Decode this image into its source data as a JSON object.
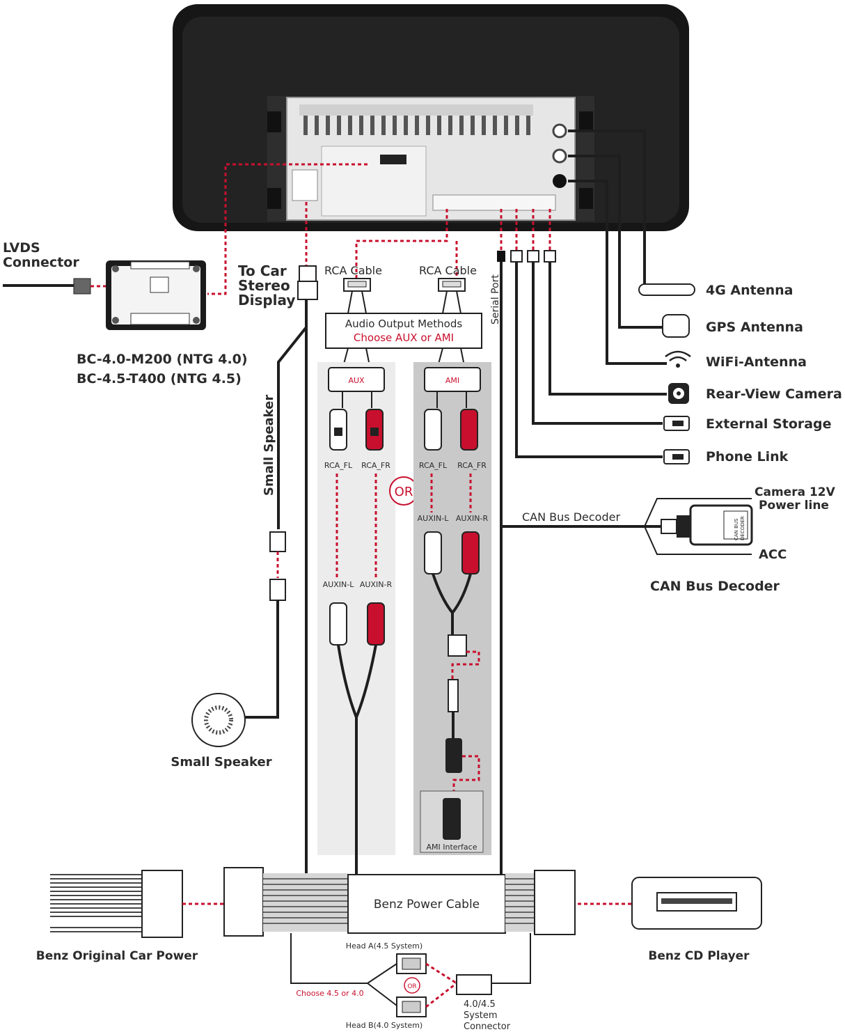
{
  "head_unit": {
    "lvds_connector": "LVDS\nConnector",
    "decoder_models": [
      "BC-4.0-M200 (NTG 4.0)",
      "BC-4.5-T400 (NTG 4.5)"
    ],
    "to_car_stereo_display": "To Car\nStereo\nDisplay"
  },
  "rca": {
    "cable_left": "RCA Cable",
    "cable_right": "RCA Cable",
    "serial_port": "Serial Port",
    "audio_methods_title": "Audio Output Methods",
    "audio_methods_sub": "Choose AUX or AMI"
  },
  "aux": {
    "tag": "AUX",
    "fl": "RCA_FL",
    "fr": "RCA_FR",
    "auxin_l": "AUXIN-L",
    "auxin_r": "AUXIN-R"
  },
  "ami": {
    "tag": "AMI",
    "fl": "RCA_FL",
    "fr": "RCA_FR",
    "auxin_l": "AUXIN-L",
    "auxin_r": "AUXIN-R",
    "interface": "AMI Interface"
  },
  "or_label": "OR",
  "accessories": [
    {
      "label": "4G Antenna",
      "icon": "antenna-icon"
    },
    {
      "label": "GPS Antenna",
      "icon": "gps-antenna-icon"
    },
    {
      "label": "WiFi-Antenna",
      "icon": "wifi-icon"
    },
    {
      "label": "Rear-View Camera",
      "icon": "camera-icon"
    },
    {
      "label": "External Storage",
      "icon": "usb-icon"
    },
    {
      "label": "Phone Link",
      "icon": "usb-icon"
    }
  ],
  "can_bus": {
    "wire_label": "CAN Bus Decoder",
    "camera_power": "Camera 12V\nPower line",
    "acc": "ACC",
    "title": "CAN Bus Decoder",
    "box_text": "CAN BUS\nDECODER"
  },
  "speaker": {
    "wire_label": "Small Speaker",
    "label": "Small Speaker"
  },
  "power": {
    "cable": "Benz Power Cable",
    "original": "Benz Original Car Power",
    "cd_player": "Benz CD Player",
    "head_a": "Head A(4.5 System)",
    "head_b": "Head B(4.0 System)",
    "choose": "Choose 4.5 or 4.0",
    "or": "OR",
    "system_connector": "4.0/4.5\nSystem\nConnector"
  },
  "colors": {
    "accent_red": "#c8102e",
    "wire": "#1e1e1e",
    "panel_gray": "#ececec",
    "panel_gray_dark": "#c9c9c9"
  }
}
